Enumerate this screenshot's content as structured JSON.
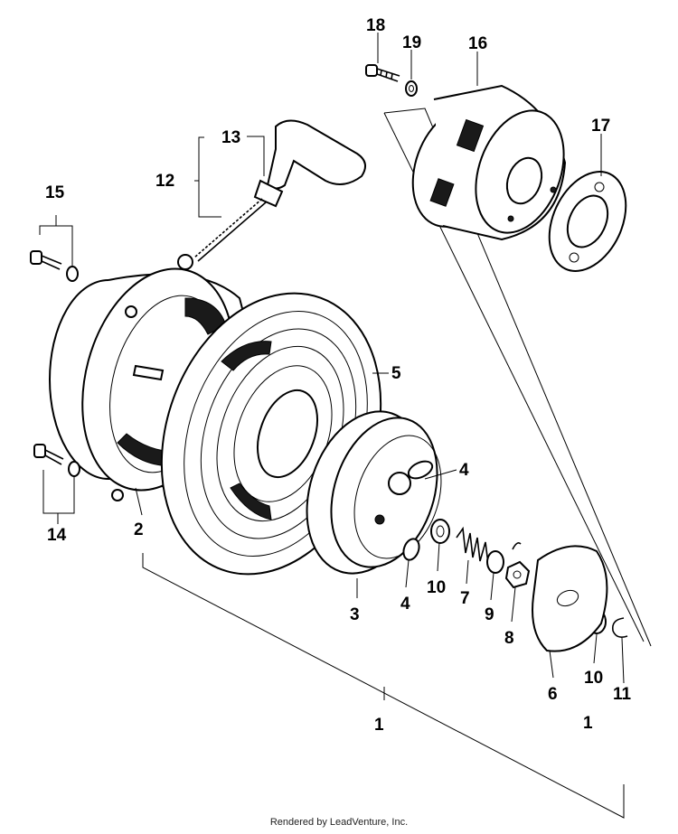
{
  "footer": "Rendered by LeadVenture, Inc.",
  "callouts": {
    "c1a": "1",
    "c1b": "1",
    "c2": "2",
    "c3": "3",
    "c4a": "4",
    "c4b": "4",
    "c5": "5",
    "c6": "6",
    "c7": "7",
    "c8": "8",
    "c9": "9",
    "c10a": "10",
    "c10b": "10",
    "c11": "11",
    "c12": "12",
    "c13": "13",
    "c14": "14",
    "c15": "15",
    "c16": "16",
    "c17": "17",
    "c18": "18",
    "c19": "19"
  },
  "colors": {
    "ink": "#000000",
    "paper": "#ffffff"
  }
}
